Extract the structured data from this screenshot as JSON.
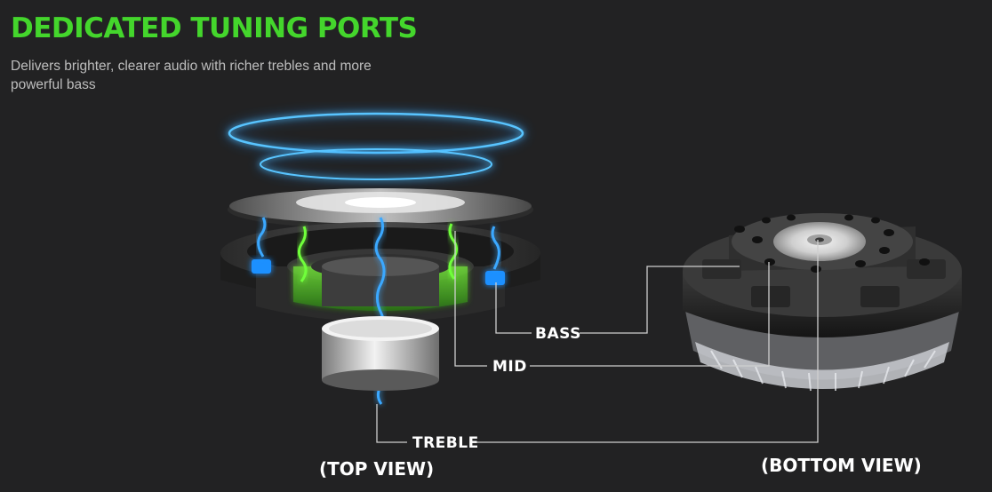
{
  "header": {
    "title": "DEDICATED TUNING PORTS",
    "subtitle": "Delivers brighter, clearer audio with richer trebles and more powerful bass"
  },
  "callouts": {
    "bass": "BASS",
    "mid": "MID",
    "treble": "TREBLE"
  },
  "views": {
    "top": "(TOP VIEW)",
    "bottom": "(BOTTOM VIEW)"
  },
  "colors": {
    "background": "#222223",
    "accent_green": "#44d62c",
    "glow_blue": "#2aa8ff",
    "subtitle_gray": "#bdbdbd",
    "leader_line": "#cfcfcf"
  }
}
